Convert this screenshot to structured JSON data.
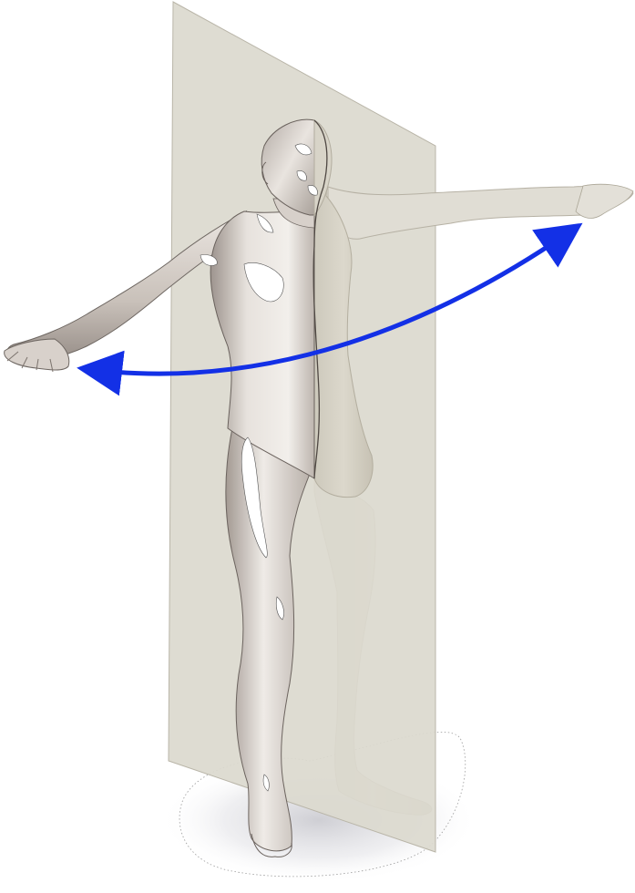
{
  "figure": {
    "subject": "human-body-symmetry-plane",
    "colors": {
      "plane": "#dcd9cf",
      "plane_edge": "#b9b5a8",
      "body_light": "#ece8e3",
      "body_shadow": "#a79f99",
      "body_far_side": "#d5d1c4",
      "arrow": "#1330e6",
      "floor_shadow": "#d9d9dc"
    },
    "elements": {
      "plane": "sagittal-plane",
      "arrow": "double-headed-reflection-arrow"
    }
  }
}
